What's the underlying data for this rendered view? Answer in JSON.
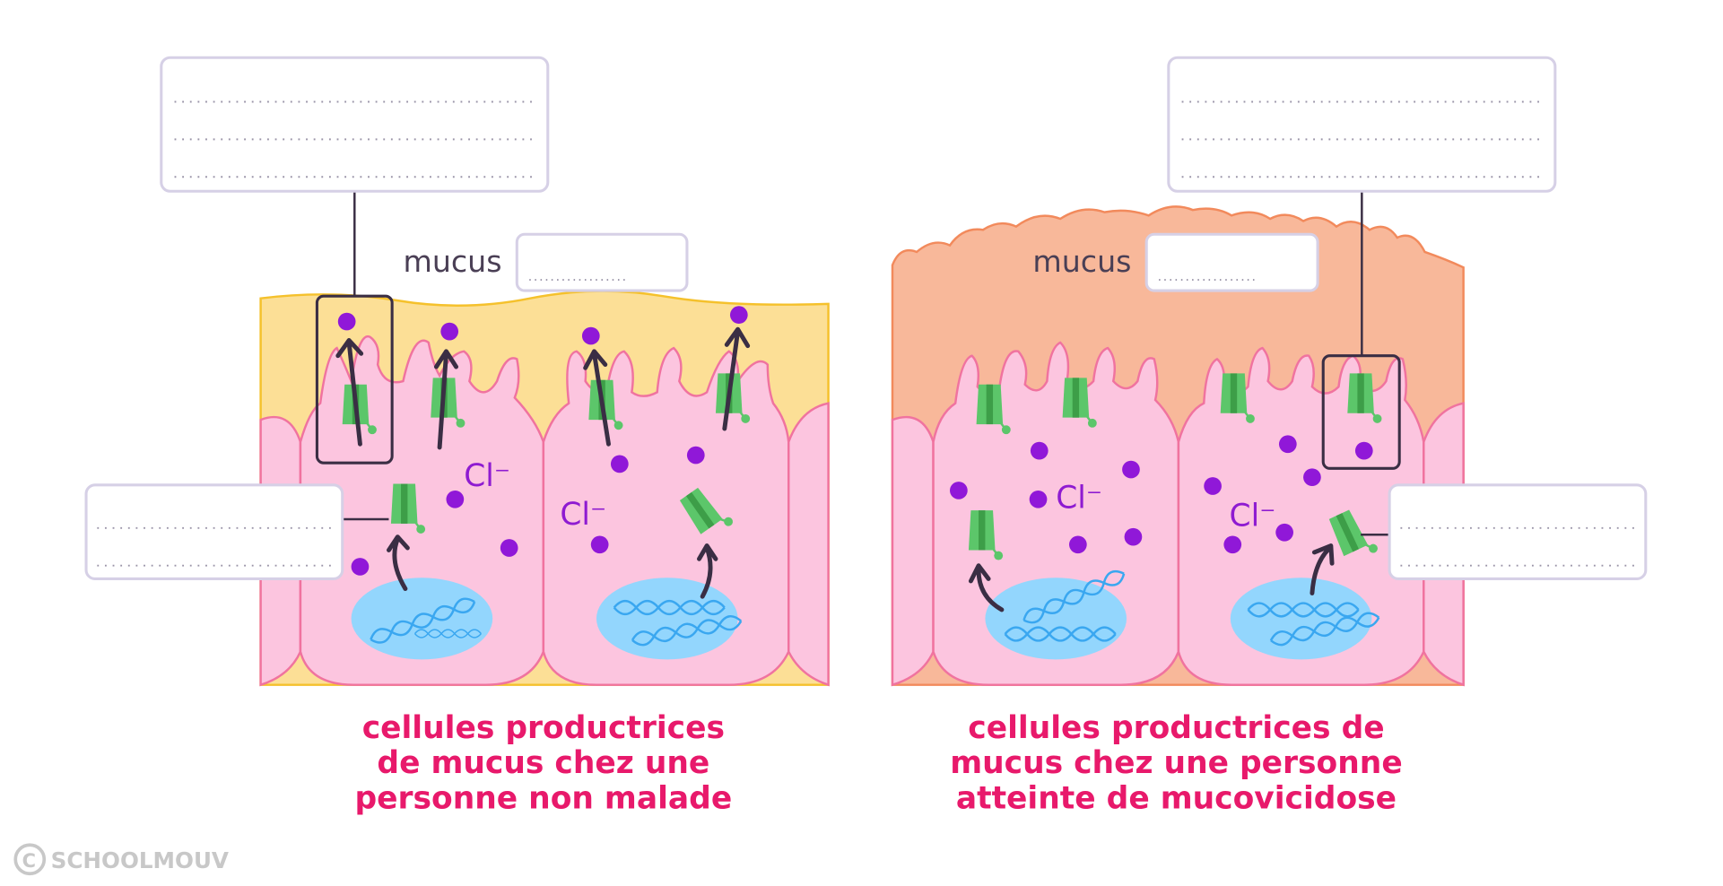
{
  "colors": {
    "caption": "#e8196b",
    "normal_mucus": "#fcdf96",
    "cf_mucus": "#f8b89a",
    "cell": "#fcc5df",
    "ion": "#9018d8",
    "protein": "#5cc66a",
    "nucleus": "#93d6fd"
  },
  "left_panel": {
    "mucus_label": "mucus",
    "mucus_blank": "..................",
    "ion_labels": [
      "Cl⁻",
      "Cl⁻"
    ],
    "caption": [
      "cellules productrices",
      "de mucus chez une",
      "personne non malade"
    ]
  },
  "right_panel": {
    "mucus_label": "mucus",
    "mucus_blank": "..................",
    "ion_labels": [
      "Cl⁻",
      "Cl⁻"
    ],
    "caption": [
      "cellules productrices de",
      "mucus chez une personne",
      "atteinte de mucovicidose"
    ]
  },
  "watermark": "SCHOOLMOUV"
}
